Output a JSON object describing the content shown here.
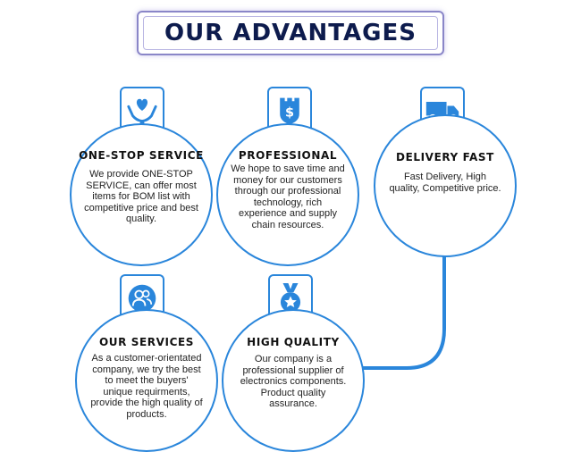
{
  "banner": {
    "title": "OUR ADVANTAGES"
  },
  "cards": [
    {
      "title": "ONE-STOP SERVICE",
      "text": "We provide ONE-STOP SERVICE, can offer most items for BOM list with competitive price and best quality.",
      "icon": "hand-heart-icon"
    },
    {
      "title": "PROFESSIONAL",
      "text": "We hope to save time and money for our customers through our professional technology, rich experience and supply chain resources.",
      "icon": "dollar-shield-icon"
    },
    {
      "title": "DELIVERY FAST",
      "text": "Fast Delivery, High quality, Competitive price.",
      "icon": "delivery-truck-icon"
    },
    {
      "title": "OUR SERVICES",
      "text": "As a customer-orientated company, we try the best to meet the buyers' unique requirments, provide the high quality of products.",
      "icon": "users-icon"
    },
    {
      "title": "HIGH QUALITY",
      "text": "Our company is a professional supplier of electronics components. Product quality assurance.",
      "icon": "star-medal-icon"
    }
  ],
  "colors": {
    "accent": "#2a86db",
    "banner_border": "#8a86c8",
    "title_text": "#0d1b4d"
  }
}
